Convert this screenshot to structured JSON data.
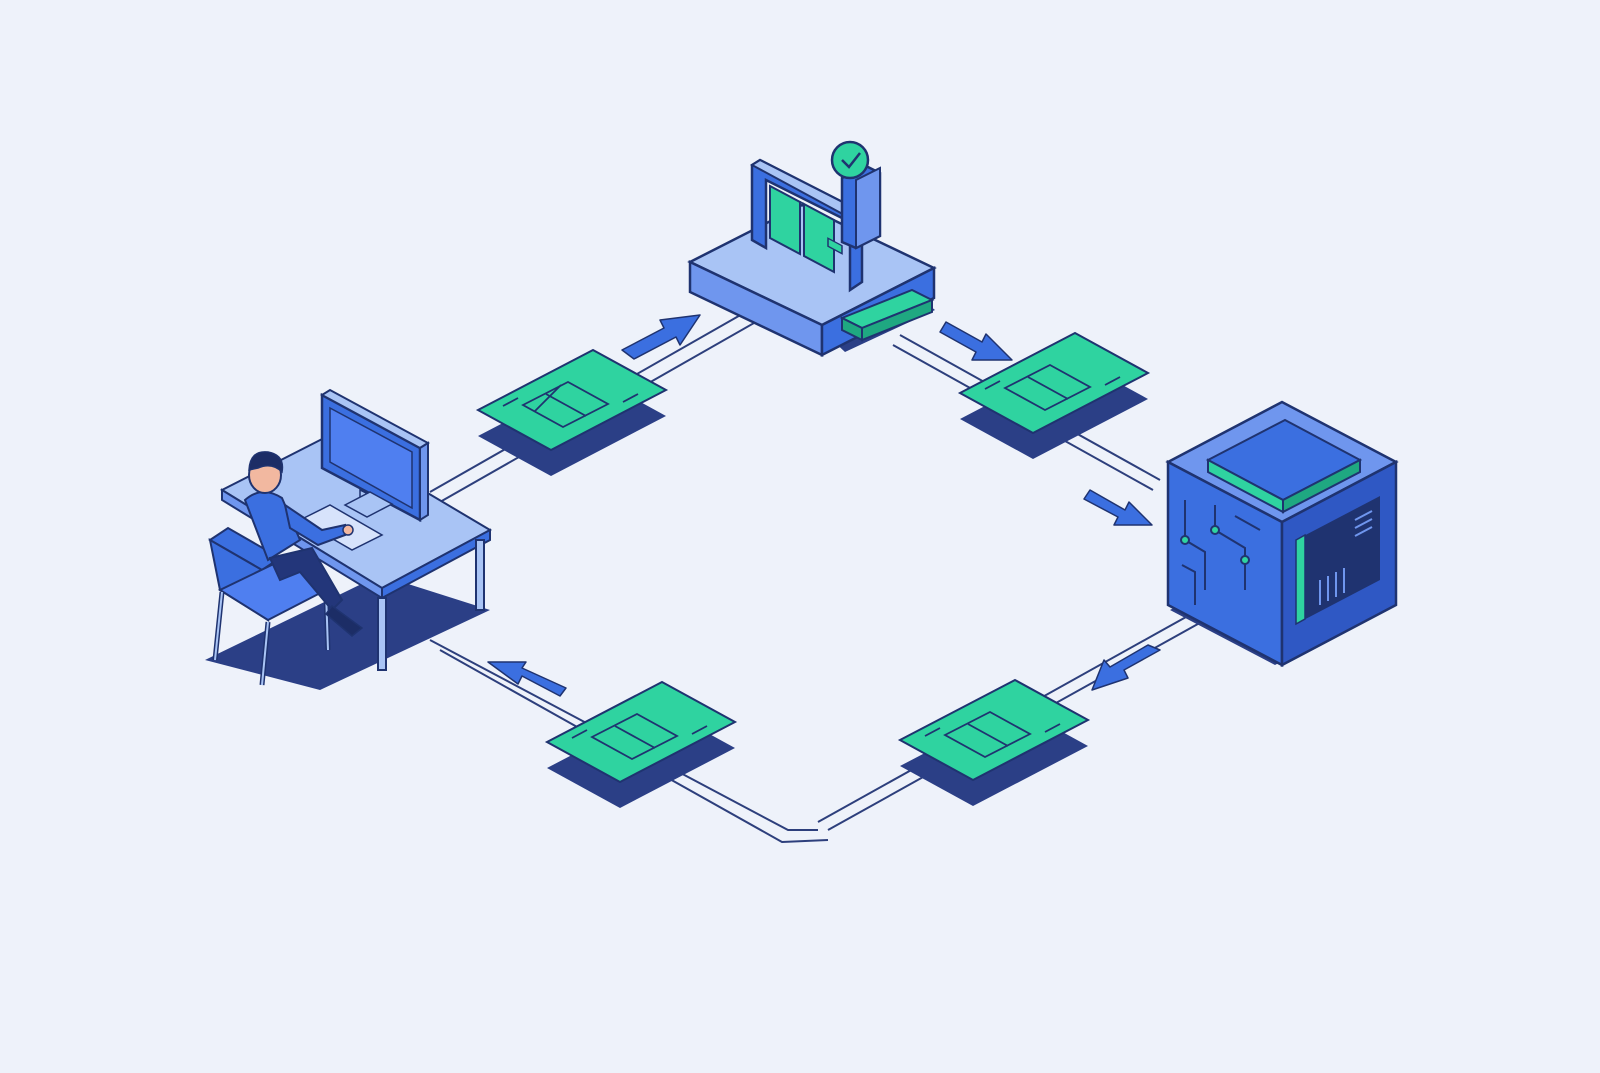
{
  "colors": {
    "background": "#eef2fa",
    "outline": "#1f3370",
    "blue": "#3b6fe0",
    "blue_light": "#a9c4f5",
    "blue_mid": "#6f96ee",
    "shadow": "#2b3f86",
    "green": "#2fd3a0",
    "green_dark": "#1fa881",
    "skin": "#f2b8a0",
    "hair": "#1c2d66",
    "path_line": "#2d3f7c"
  },
  "nodes": [
    {
      "name": "workstation-user",
      "icon": "person-at-computer-icon"
    },
    {
      "name": "approval-gateway",
      "icon": "gate-with-check-clock-icon"
    },
    {
      "name": "processing-server",
      "icon": "circuit-cube-server-icon"
    }
  ],
  "documents": [
    {
      "name": "document-card-top-left",
      "icon": "document-layout-icon"
    },
    {
      "name": "document-card-top-right",
      "icon": "document-layout-icon"
    },
    {
      "name": "document-card-bottom-right",
      "icon": "document-layout-icon"
    },
    {
      "name": "document-card-bottom-left",
      "icon": "document-layout-icon"
    }
  ],
  "arrows": [
    {
      "name": "arrow-to-gateway",
      "icon": "arrow-up-right-icon"
    },
    {
      "name": "arrow-from-gateway",
      "icon": "arrow-down-right-icon"
    },
    {
      "name": "arrow-to-server",
      "icon": "arrow-down-right-icon"
    },
    {
      "name": "arrow-from-server",
      "icon": "arrow-down-left-icon"
    },
    {
      "name": "arrow-to-workstation",
      "icon": "arrow-up-left-icon"
    }
  ]
}
